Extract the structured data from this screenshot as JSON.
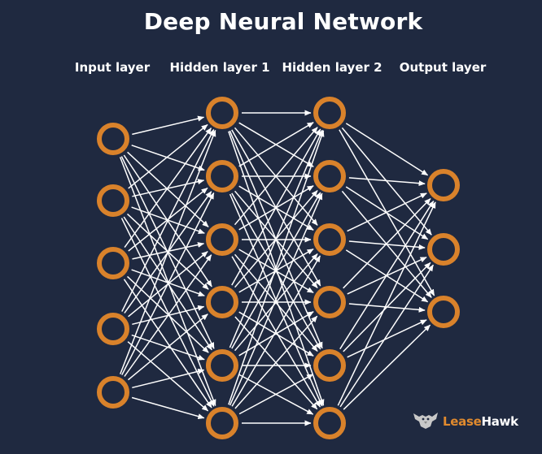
{
  "title": "Deep Neural Network",
  "colors": {
    "background": "#1f2940",
    "node_stroke": "#d9822b",
    "edge": "#ffffff",
    "text": "#ffffff",
    "logo_accent": "#e08a2e"
  },
  "layers": [
    {
      "label": "Input layer",
      "node_count": 5
    },
    {
      "label": "Hidden layer 1",
      "node_count": 6
    },
    {
      "label": "Hidden layer 2",
      "node_count": 6
    },
    {
      "label": "Output layer",
      "node_count": 3
    }
  ],
  "connections": "fully-connected between consecutive layers, arrows pointing forward",
  "logo": {
    "icon": "hawk-icon",
    "text_part1": "Lease",
    "text_part2": "Hawk"
  }
}
